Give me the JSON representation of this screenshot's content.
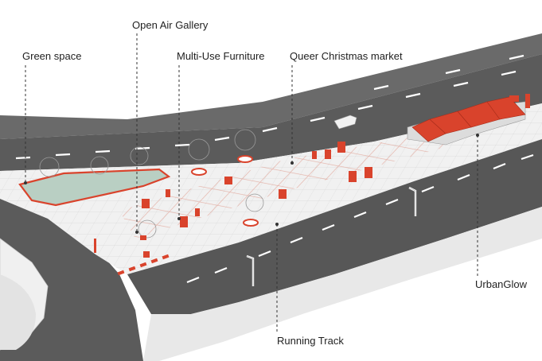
{
  "labels": {
    "green_space": "Green space",
    "open_air_gallery": "Open Air Gallery",
    "multi_use_furniture": "Multi-Use Furniture",
    "queer_christmas_market": "Queer Christmas market",
    "urbanglow": "UrbanGlow",
    "running_track": "Running Track"
  },
  "colors": {
    "road": "#5b5b5b",
    "road_edge": "#4a4a4a",
    "sidewalk": "#e9e9e9",
    "plaza": "#f3f3f3",
    "accent": "#d9432c",
    "green_space_fill": "#b9cfc3",
    "lane_marking": "#ffffff",
    "leader_line": "#333333"
  }
}
